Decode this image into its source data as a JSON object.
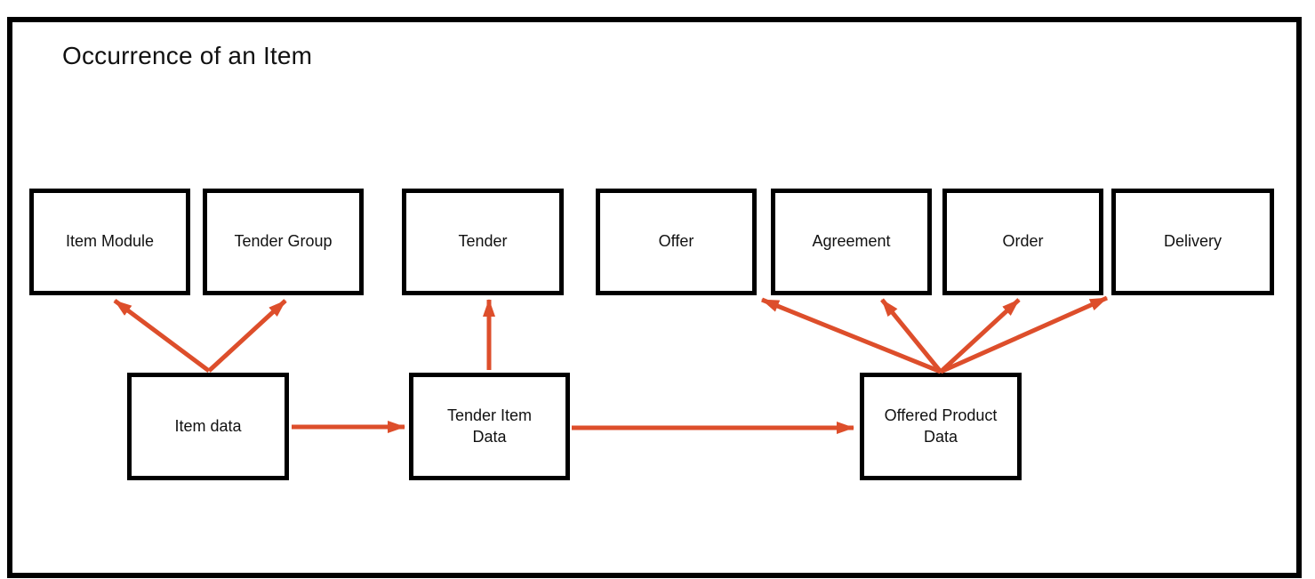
{
  "diagram": {
    "title": "Occurrence of an Item",
    "colors": {
      "arrow": "#DD4E2B",
      "border": "#000000",
      "background": "#FFFFFF"
    },
    "nodes": {
      "item_module": {
        "label": "Item Module"
      },
      "tender_group": {
        "label": "Tender Group"
      },
      "tender": {
        "label": "Tender"
      },
      "offer": {
        "label": "Offer"
      },
      "agreement": {
        "label": "Agreement"
      },
      "order": {
        "label": "Order"
      },
      "delivery": {
        "label": "Delivery"
      },
      "item_data": {
        "label": "Item data"
      },
      "tender_item_data": {
        "label": "Tender Item\nData"
      },
      "offered_product_data": {
        "label": "Offered Product\nData"
      }
    },
    "edges": [
      {
        "from": "item_data",
        "to": "item_module"
      },
      {
        "from": "item_data",
        "to": "tender_group"
      },
      {
        "from": "item_data",
        "to": "tender_item_data"
      },
      {
        "from": "tender_item_data",
        "to": "tender"
      },
      {
        "from": "tender_item_data",
        "to": "offered_product_data"
      },
      {
        "from": "offered_product_data",
        "to": "offer"
      },
      {
        "from": "offered_product_data",
        "to": "agreement"
      },
      {
        "from": "offered_product_data",
        "to": "order"
      },
      {
        "from": "offered_product_data",
        "to": "delivery"
      }
    ]
  }
}
